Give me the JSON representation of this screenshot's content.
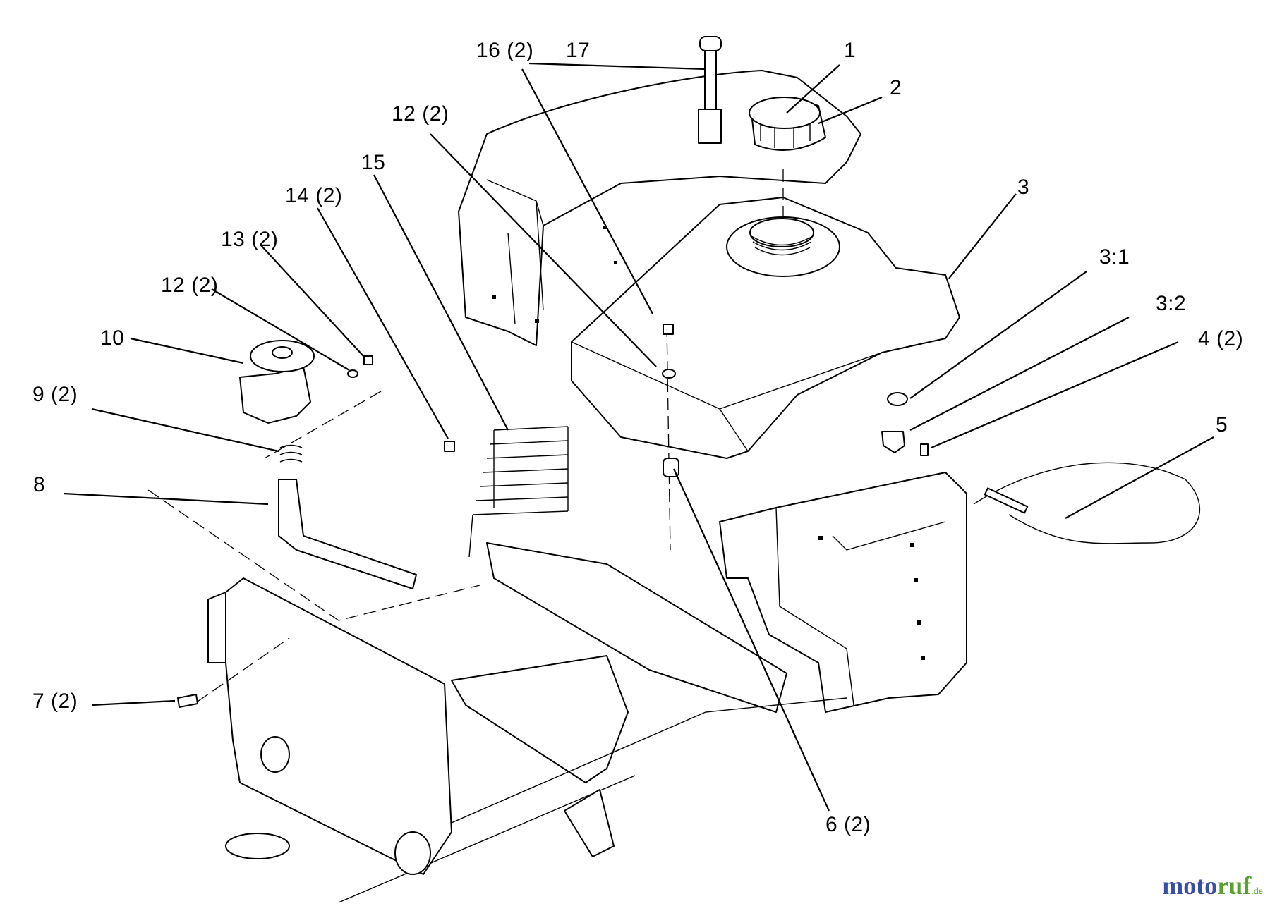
{
  "callouts": [
    {
      "id": "c16",
      "text": "16 (2)"
    },
    {
      "id": "c17",
      "text": "17"
    },
    {
      "id": "c1",
      "text": "1"
    },
    {
      "id": "c2",
      "text": "2"
    },
    {
      "id": "c12a",
      "text": "12 (2)"
    },
    {
      "id": "c15",
      "text": "15"
    },
    {
      "id": "c14",
      "text": "14 (2)"
    },
    {
      "id": "c13",
      "text": "13 (2)"
    },
    {
      "id": "c12b",
      "text": "12 (2)"
    },
    {
      "id": "c10",
      "text": "10"
    },
    {
      "id": "c9",
      "text": "9 (2)"
    },
    {
      "id": "c8",
      "text": "8"
    },
    {
      "id": "c7",
      "text": "7 (2)"
    },
    {
      "id": "c3",
      "text": "3"
    },
    {
      "id": "c31",
      "text": "3:1"
    },
    {
      "id": "c32",
      "text": "3:2"
    },
    {
      "id": "c4",
      "text": "4 (2)"
    },
    {
      "id": "c5",
      "text": "5"
    },
    {
      "id": "c6",
      "text": "6 (2)"
    }
  ],
  "watermark": {
    "brand_moto": "moto",
    "brand_ruf": "ruf",
    "brand_tld": ".de",
    "colors": {
      "moto": "#3a4fa3",
      "ruf": "#5aa032"
    }
  }
}
